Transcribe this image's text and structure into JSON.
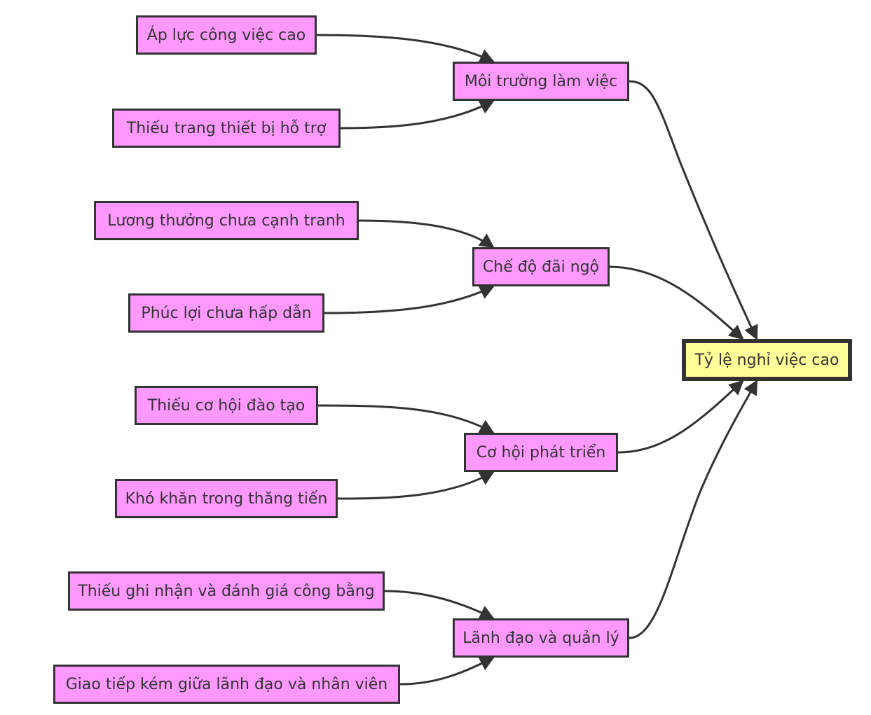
{
  "effect": {
    "label": "Tỷ lệ nghỉ việc cao"
  },
  "groups": [
    {
      "label": "Môi trường làm việc",
      "causes": [
        "Áp lực công việc cao",
        "Thiếu trang thiết bị hỗ trợ"
      ]
    },
    {
      "label": "Chế độ đãi ngộ",
      "causes": [
        "Lương thưởng chưa cạnh tranh",
        "Phúc lợi chưa hấp dẫn"
      ]
    },
    {
      "label": "Cơ hội phát triển",
      "causes": [
        "Thiếu cơ hội đào tạo",
        "Khó khăn trong thăng tiến"
      ]
    },
    {
      "label": "Lãnh đạo và quản lý",
      "causes": [
        "Thiếu ghi nhận và đánh giá công bằng",
        "Giao tiếp kém giữa lãnh đạo và nhân viên"
      ]
    }
  ],
  "colors": {
    "node_fill": "#ff99ff",
    "effect_fill": "#ffff99",
    "stroke": "#333333"
  }
}
